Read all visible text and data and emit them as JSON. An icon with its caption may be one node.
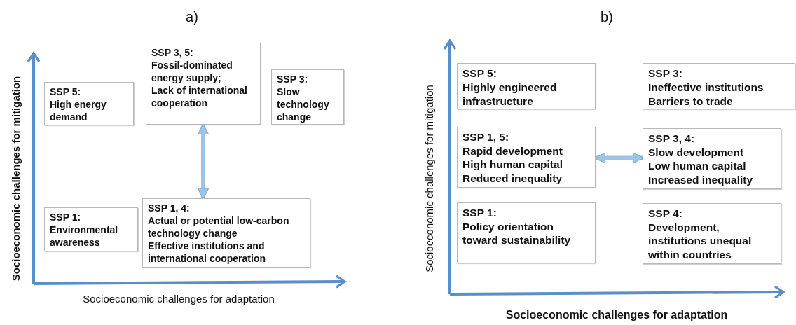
{
  "diagram": {
    "nodes": [
      {
        "text": [
          "SSP 5:",
          "High energy demand"
        ]
      },
      {
        "text": [
          "SSP 3, 5:",
          "Fossil-dominated energy supply;",
          "Lack of international cooperation"
        ]
      },
      {
        "text": [
          "SSP 3:",
          "Slow technology change"
        ]
      },
      {
        "text": [
          "SSP 1:",
          "Environmental awareness"
        ]
      },
      {
        "text": [
          "SSP 1, 4:",
          "Actual or potential low-carbon technology change",
          "Effective institutions and international cooperation"
        ]
      },
      {
        "text": [
          "SSP 5:",
          "Highly engineered infrastructure"
        ]
      },
      {
        "text": [
          "SSP 3:",
          "Ineffective institutions",
          "Barriers to trade"
        ]
      },
      {
        "text": [
          "SSP 1, 5:",
          "Rapid development",
          "High human capital",
          "Reduced inequality"
        ]
      },
      {
        "text": [
          "SSP 3, 4:",
          "Slow development",
          "Low human capital",
          "Increased inequality"
        ]
      },
      {
        "text": [
          "SSP 1:",
          "Policy orientation toward sustainability"
        ]
      },
      {
        "text": [
          "SSP 4:",
          "Development, institutions unequal within countries"
        ]
      }
    ],
    "edges": [
      {
        "from": 1,
        "to": 4,
        "arrow": "both"
      },
      {
        "from": 7,
        "to": 8,
        "arrow": "both"
      }
    ],
    "labels": [
      "a)",
      "Socioeconomic challenges for mitigation",
      "Socioeconomic challenges for adaptation",
      "b)",
      "Socioeconomic challenges for mitigation",
      "Socioeconomic challenges for adaptation"
    ]
  }
}
